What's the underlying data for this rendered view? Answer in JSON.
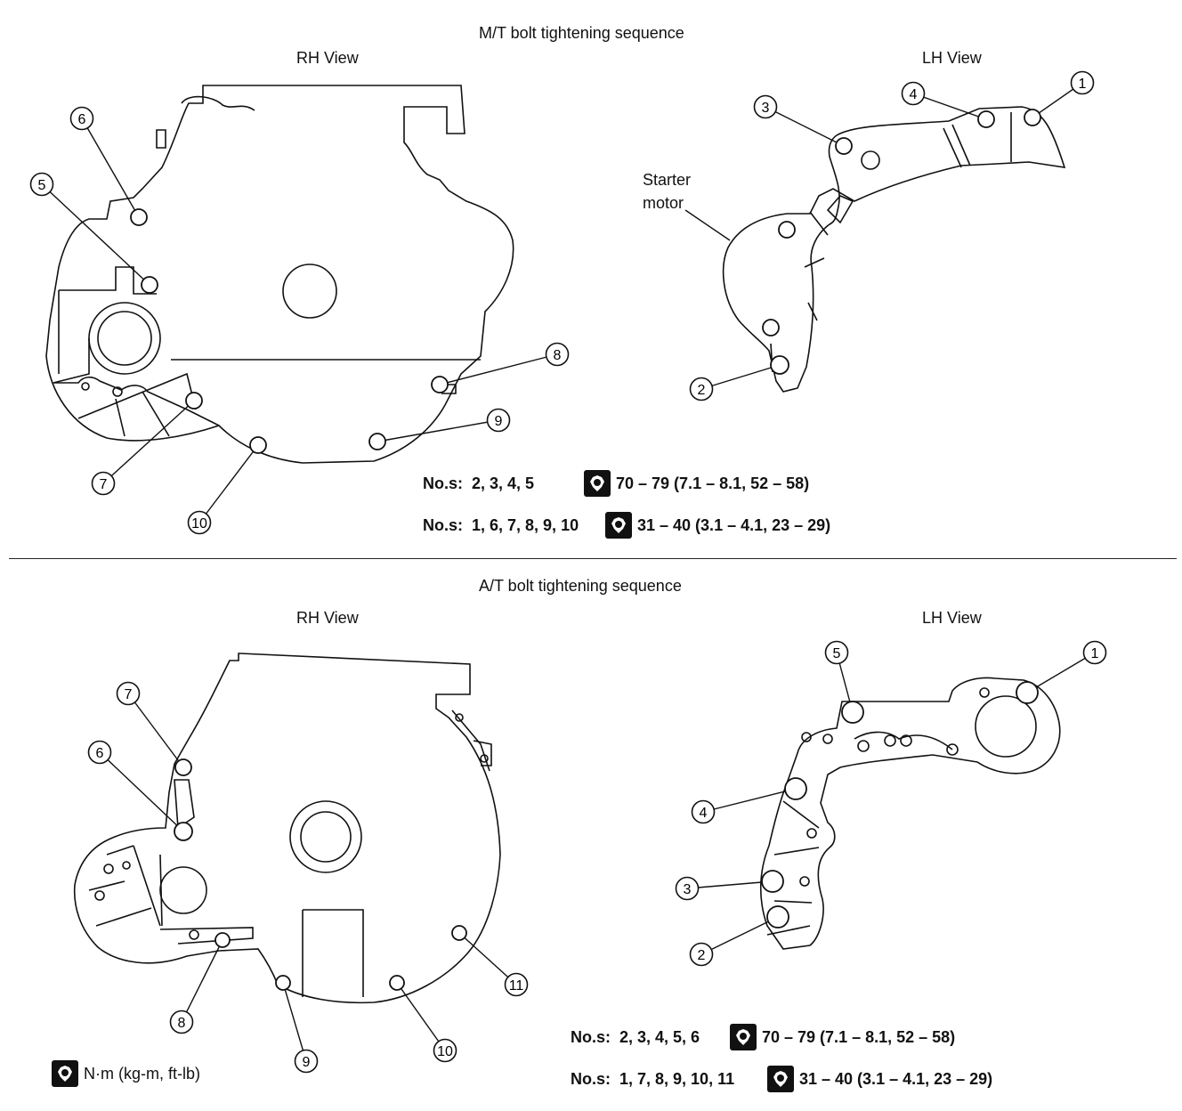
{
  "mt": {
    "title": "M/T bolt tightening sequence",
    "rh_label": "RH View",
    "lh_label": "LH View",
    "starter_line1": "Starter",
    "starter_line2": "motor",
    "rh_bolts": [
      "5",
      "6",
      "7",
      "8",
      "9",
      "10"
    ],
    "lh_bolts": [
      "1",
      "2",
      "3",
      "4"
    ],
    "torque": [
      {
        "prefix": "No.s:",
        "nums": "2, 3, 4, 5",
        "value": "70 – 79 (7.1 – 8.1, 52 – 58)"
      },
      {
        "prefix": "No.s:",
        "nums": "1, 6, 7, 8, 9, 10",
        "value": "31 – 40 (3.1 – 4.1, 23 – 29)"
      }
    ]
  },
  "at": {
    "title": "A/T bolt tightening sequence",
    "rh_label": "RH View",
    "lh_label": "LH View",
    "rh_bolts": [
      "6",
      "7",
      "8",
      "9",
      "10",
      "11"
    ],
    "lh_bolts": [
      "1",
      "2",
      "3",
      "4",
      "5"
    ],
    "torque": [
      {
        "prefix": "No.s:",
        "nums": "2, 3, 4, 5, 6",
        "value": "70 – 79 (7.1 – 8.1, 52 – 58)"
      },
      {
        "prefix": "No.s:",
        "nums": "1, 7, 8, 9, 10, 11",
        "value": "31 – 40 (3.1 – 4.1, 23 – 29)"
      }
    ]
  },
  "legend": {
    "text": "N·m (kg-m, ft-lb)"
  },
  "icons": {
    "torque": "torque-wrench-icon"
  }
}
